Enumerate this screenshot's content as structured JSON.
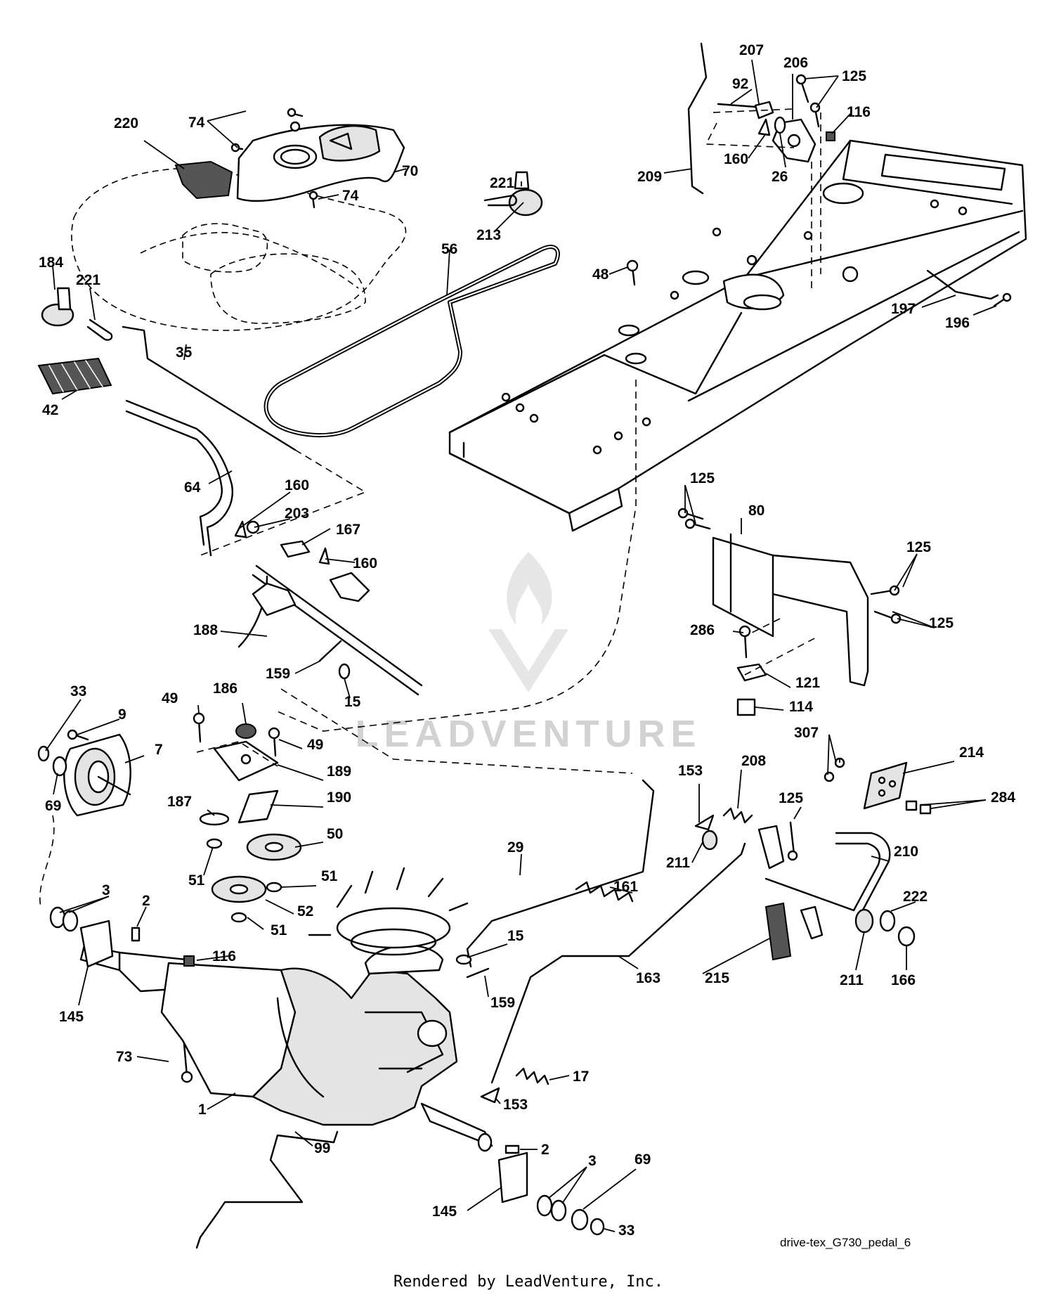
{
  "diagram": {
    "caption": "drive-tex_G730_pedal_6",
    "footer": "Rendered by LeadVenture, Inc.",
    "watermark": "LEADVENTURE",
    "callouts": [
      {
        "id": "c220",
        "text": "220"
      },
      {
        "id": "c74a",
        "text": "74"
      },
      {
        "id": "c70",
        "text": "70"
      },
      {
        "id": "c74b",
        "text": "74"
      },
      {
        "id": "c221a",
        "text": "221"
      },
      {
        "id": "c213",
        "text": "213"
      },
      {
        "id": "c56",
        "text": "56"
      },
      {
        "id": "c207",
        "text": "207"
      },
      {
        "id": "c206",
        "text": "206"
      },
      {
        "id": "c92",
        "text": "92"
      },
      {
        "id": "c125a",
        "text": "125"
      },
      {
        "id": "c116a",
        "text": "116"
      },
      {
        "id": "c160a",
        "text": "160"
      },
      {
        "id": "c26",
        "text": "26"
      },
      {
        "id": "c209",
        "text": "209"
      },
      {
        "id": "c48",
        "text": "48"
      },
      {
        "id": "c197",
        "text": "197"
      },
      {
        "id": "c196",
        "text": "196"
      },
      {
        "id": "c184",
        "text": "184"
      },
      {
        "id": "c221b",
        "text": "221"
      },
      {
        "id": "c35",
        "text": "35"
      },
      {
        "id": "c42",
        "text": "42"
      },
      {
        "id": "c64",
        "text": "64"
      },
      {
        "id": "c160b",
        "text": "160"
      },
      {
        "id": "c203",
        "text": "203"
      },
      {
        "id": "c167",
        "text": "167"
      },
      {
        "id": "c160c",
        "text": "160"
      },
      {
        "id": "c188",
        "text": "188"
      },
      {
        "id": "c159a",
        "text": "159"
      },
      {
        "id": "c15a",
        "text": "15"
      },
      {
        "id": "c125b",
        "text": "125"
      },
      {
        "id": "c80",
        "text": "80"
      },
      {
        "id": "c125c",
        "text": "125"
      },
      {
        "id": "c125d",
        "text": "125"
      },
      {
        "id": "c286",
        "text": "286"
      },
      {
        "id": "c121",
        "text": "121"
      },
      {
        "id": "c114",
        "text": "114"
      },
      {
        "id": "c33a",
        "text": "33"
      },
      {
        "id": "c9",
        "text": "9"
      },
      {
        "id": "c7",
        "text": "7"
      },
      {
        "id": "c69a",
        "text": "69"
      },
      {
        "id": "c49a",
        "text": "49"
      },
      {
        "id": "c186",
        "text": "186"
      },
      {
        "id": "c49b",
        "text": "49"
      },
      {
        "id": "c189",
        "text": "189"
      },
      {
        "id": "c187",
        "text": "187"
      },
      {
        "id": "c190",
        "text": "190"
      },
      {
        "id": "c50",
        "text": "50"
      },
      {
        "id": "c51a",
        "text": "51"
      },
      {
        "id": "c51b",
        "text": "51"
      },
      {
        "id": "c52",
        "text": "52"
      },
      {
        "id": "c51c",
        "text": "51"
      },
      {
        "id": "c307",
        "text": "307"
      },
      {
        "id": "c214",
        "text": "214"
      },
      {
        "id": "c153a",
        "text": "153"
      },
      {
        "id": "c208",
        "text": "208"
      },
      {
        "id": "c125e",
        "text": "125"
      },
      {
        "id": "c284",
        "text": "284"
      },
      {
        "id": "c29",
        "text": "29"
      },
      {
        "id": "c211a",
        "text": "211"
      },
      {
        "id": "c210",
        "text": "210"
      },
      {
        "id": "c161",
        "text": "161"
      },
      {
        "id": "c222",
        "text": "222"
      },
      {
        "id": "c3a",
        "text": "3"
      },
      {
        "id": "c2a",
        "text": "2"
      },
      {
        "id": "c116b",
        "text": "116"
      },
      {
        "id": "c145a",
        "text": "145"
      },
      {
        "id": "c15b",
        "text": "15"
      },
      {
        "id": "c159b",
        "text": "159"
      },
      {
        "id": "c163",
        "text": "163"
      },
      {
        "id": "c215",
        "text": "215"
      },
      {
        "id": "c211b",
        "text": "211"
      },
      {
        "id": "c166",
        "text": "166"
      },
      {
        "id": "c73",
        "text": "73"
      },
      {
        "id": "c17",
        "text": "17"
      },
      {
        "id": "c1",
        "text": "1"
      },
      {
        "id": "c153b",
        "text": "153"
      },
      {
        "id": "c2b",
        "text": "2"
      },
      {
        "id": "c99",
        "text": "99"
      },
      {
        "id": "c3b",
        "text": "3"
      },
      {
        "id": "c69b",
        "text": "69"
      },
      {
        "id": "c145b",
        "text": "145"
      },
      {
        "id": "c33b",
        "text": "33"
      }
    ]
  }
}
